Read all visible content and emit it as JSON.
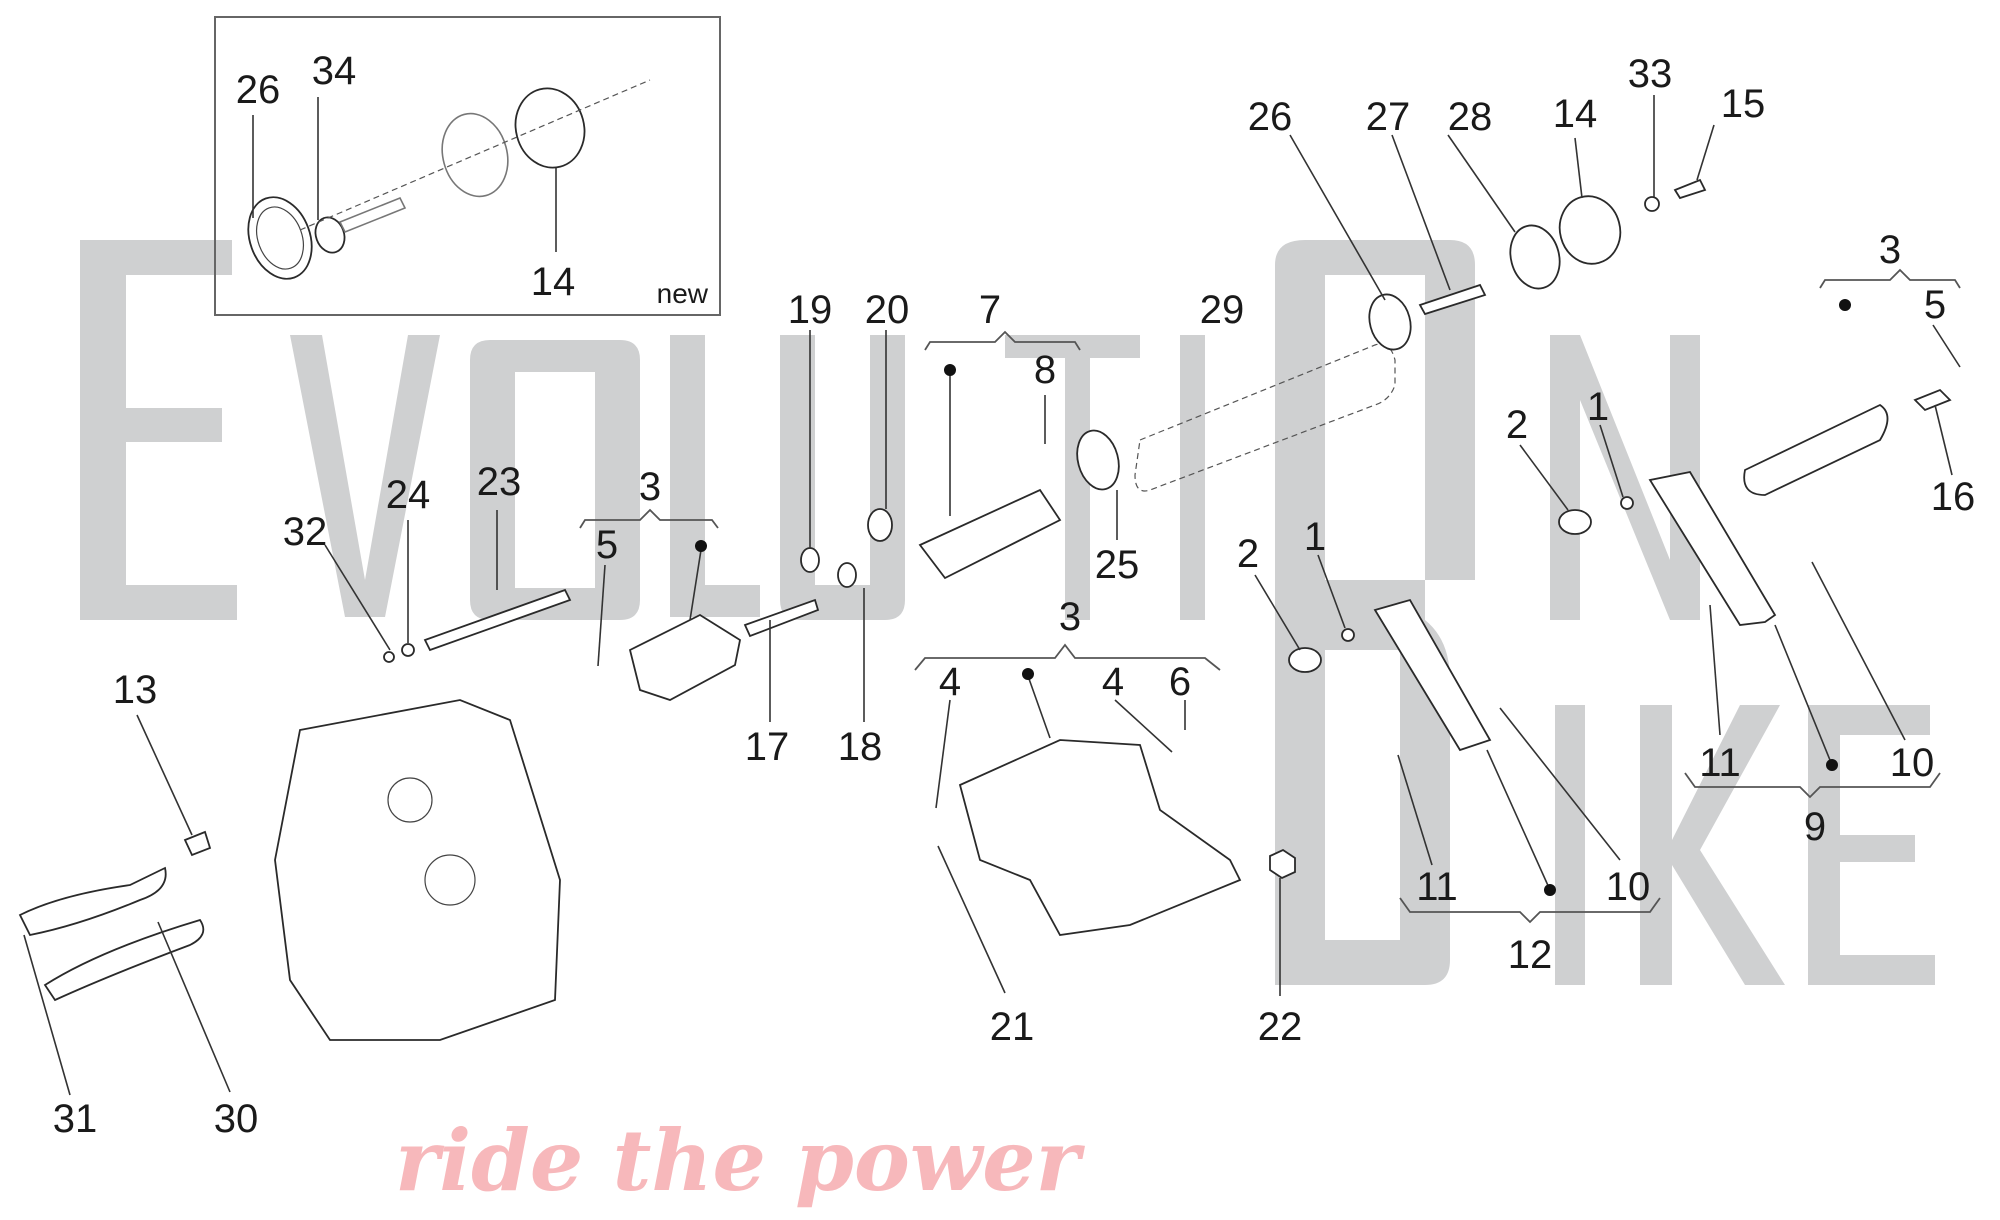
{
  "diagram": {
    "type": "exploded-parts-diagram",
    "subject": "cylinder head and camshaft assembly",
    "watermark": {
      "word_top": [
        "E",
        "V",
        "O",
        "L",
        "U",
        "T",
        "I",
        "O",
        "N"
      ],
      "word_bottom": [
        "B",
        "I",
        "K",
        "E"
      ],
      "slogan": "ride the power",
      "watermark_color": "#cfd0d1",
      "slogan_color": "#f7b8bb"
    },
    "inset": {
      "tag": "new",
      "callouts": [
        "26",
        "34",
        "14"
      ]
    },
    "callouts": {
      "c26": "26",
      "c27": "27",
      "c28": "28",
      "c14": "14",
      "c33": "33",
      "c15": "15",
      "c3_right": "3",
      "c5_right": "5",
      "c16": "16",
      "c19": "19",
      "c20": "20",
      "c7": "7",
      "c8": "8",
      "c29": "29",
      "c25": "25",
      "c32": "32",
      "c24": "24",
      "c23": "23",
      "c3_left": "3",
      "c5_left": "5",
      "c17": "17",
      "c18": "18",
      "c13": "13",
      "c31": "31",
      "c30": "30",
      "c3_mid": "3",
      "c4_a": "4",
      "c4_b": "4",
      "c6": "6",
      "c21": "21",
      "c22": "22",
      "c2_a": "2",
      "c1_a": "1",
      "c11_a": "11",
      "c10_a": "10",
      "c12": "12",
      "c2_b": "2",
      "c1_b": "1",
      "c11_b": "11",
      "c10_b": "10",
      "c9": "9"
    }
  }
}
